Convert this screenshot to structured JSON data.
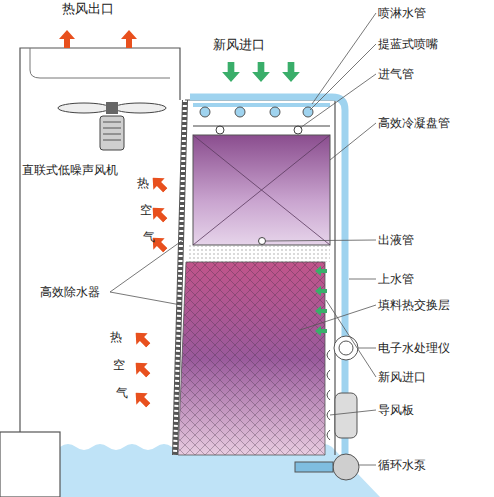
{
  "diagram": {
    "labels": [
      "热风出口",
      "新风进口",
      "喷淋水管",
      "提蓝式喷嘴",
      "进气管",
      "直联式低噪声风机",
      "热",
      "空",
      "气",
      "高效冷凝盘管",
      "出液管",
      "高效除水器",
      "上水管",
      "填料热交换层",
      "电子水处理仪",
      "热",
      "空",
      "气",
      "新风进口",
      "导风板",
      "循环水泵"
    ]
  }
}
